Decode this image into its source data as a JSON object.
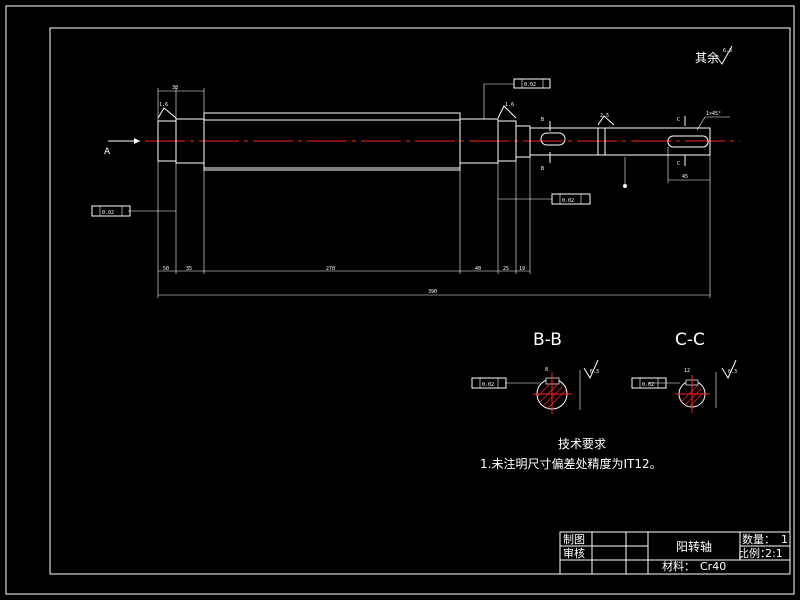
{
  "drawing": {
    "roughness_note": "其余",
    "roughness_value": "6.3",
    "view_label_a": "A",
    "section_b_title": "B-B",
    "section_c_title": "C-C",
    "section_b_label": "B",
    "section_c_label": "C",
    "section_b_tolerance": "0.02",
    "section_c_tolerance": "0.02",
    "section_b_roughness": "6.3",
    "section_c_roughness": "6.3",
    "keyway_b_width": "8",
    "keyway_c_width": "12",
    "keyway_b_depth": "",
    "keyway_c_depth": ""
  },
  "dimensions": {
    "d_top_left": "38",
    "d_bottom": [
      "50",
      "35",
      "270",
      "40",
      "25",
      "19"
    ],
    "d_overall": "390",
    "d_right_key": "45",
    "d_keyway_angle": "1×45°",
    "d_flange": "1.6",
    "d_flange2": "1.6",
    "d_shoulder": "2.5",
    "tol_top": "0.02",
    "tol_left": "0.02",
    "tol_right": "0.02"
  },
  "technical_requirements": {
    "heading": "技术要求",
    "item_1": "1.未注明尺寸偏差处精度为IT12。"
  },
  "title_block": {
    "drawn_by": "制图",
    "checked_by": "审核",
    "part_name": "阳转轴",
    "quantity_label": "数量：",
    "quantity_value": "1",
    "scale_label": "比例：",
    "scale_value": "2:1",
    "material_label": "材料：",
    "material_value": "Cr40"
  }
}
